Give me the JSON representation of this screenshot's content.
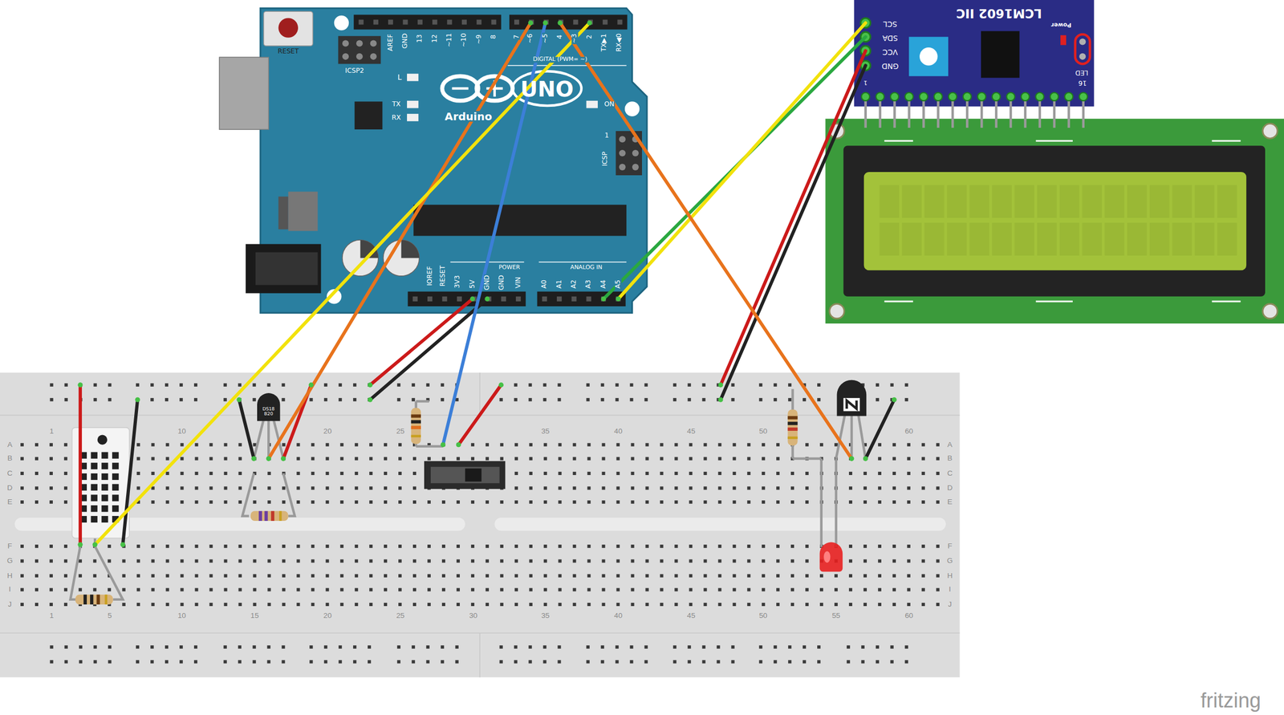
{
  "diagram": {
    "labels": [
      "RESET",
      "ICSP2",
      "AREF",
      "GND",
      "13",
      "12",
      "~11",
      "~10",
      "~9",
      "8",
      "7",
      "~6",
      "~5",
      "4",
      "~3",
      "2",
      "TX▶1",
      "RX◀0",
      "DIGITAL (PWM= ~)",
      "L",
      "TX",
      "RX",
      "ON",
      "UNO",
      "Arduino",
      "ICSP",
      "1",
      "IOREF",
      "RESET",
      "3V3",
      "5V",
      "GND",
      "GND",
      "VIN",
      "POWER",
      "ANALOG IN",
      "A0",
      "A1",
      "A2",
      "A3",
      "A4",
      "A5",
      "LCM1602 IIC",
      "SCL",
      "SDA",
      "VCC",
      "GND",
      "Power",
      "LED",
      "16",
      "1",
      "DS18 B20",
      "1",
      "10",
      "20",
      "25",
      "35",
      "40",
      "45",
      "50",
      "60",
      "1",
      "5",
      "10",
      "15",
      "20",
      "25",
      "30",
      "35",
      "40",
      "45",
      "50",
      "55",
      "60",
      "A",
      "B",
      "C",
      "D",
      "E",
      "F",
      "G",
      "H",
      "I",
      "J",
      "A",
      "B",
      "C",
      "D",
      "E",
      "F",
      "G",
      "H",
      "I",
      "J",
      "fritzing"
    ]
  }
}
